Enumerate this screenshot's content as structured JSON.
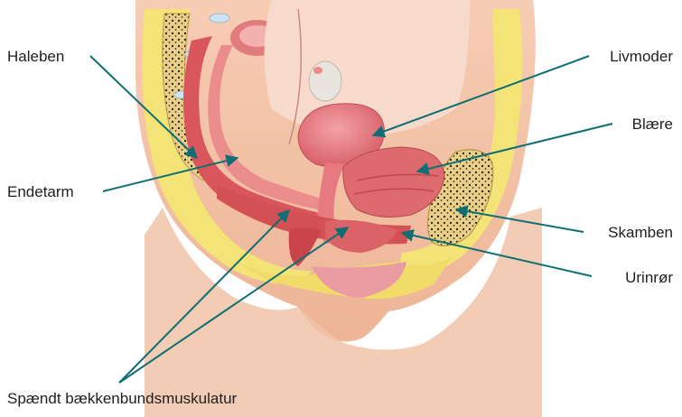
{
  "labels": {
    "haleben": "Haleben",
    "endetarm": "Endetarm",
    "spaendt": "Spændt bækkenbundsmuskulatur",
    "livmoder": "Livmoder",
    "blaere": "Blære",
    "skamben": "Skamben",
    "urinror": "Urinrør"
  },
  "colors": {
    "leader_line": "#0d6f73",
    "skin": "#f2c0a4",
    "fat": "#f4e477",
    "muscle": "#d7555a",
    "bone": "#e7cf84",
    "label_text": "#1f1f1f"
  }
}
